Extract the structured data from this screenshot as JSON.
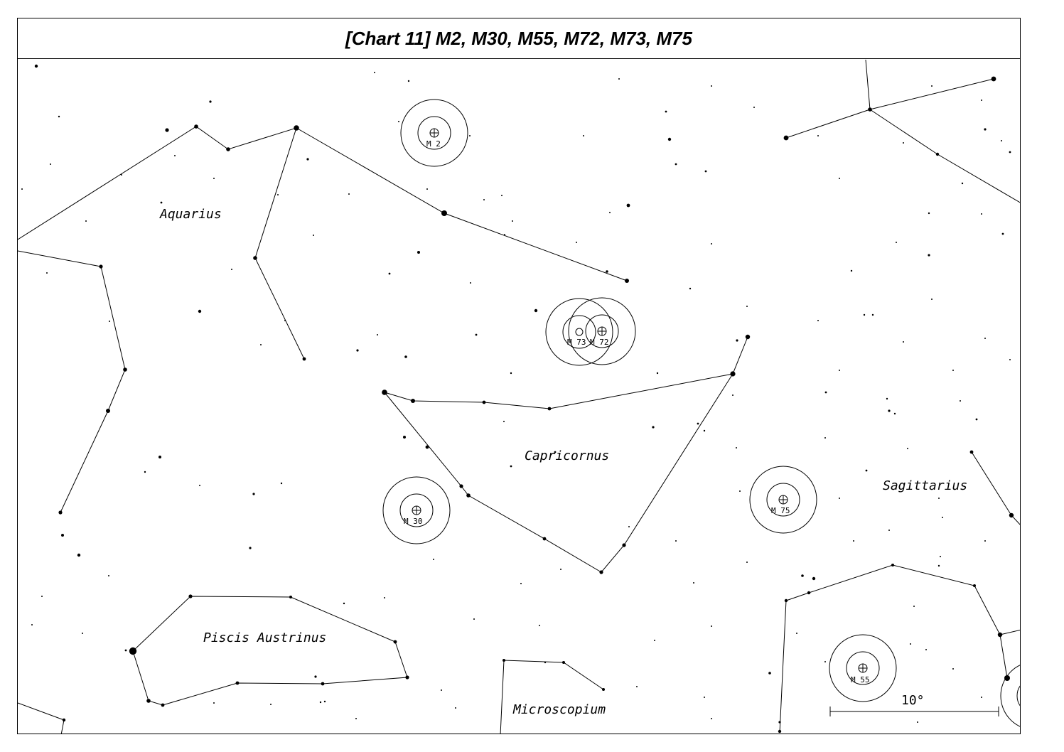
{
  "title": "[Chart 11] M2, M30, M55, M72, M73, M75",
  "constellations": [
    {
      "key": "aquarius",
      "name": "Aquarius"
    },
    {
      "key": "capricornus",
      "name": "Capricornus"
    },
    {
      "key": "sagittarius",
      "name": "Sagittarius"
    },
    {
      "key": "piscis-austrinus",
      "name": "Piscis Austrinus"
    },
    {
      "key": "microscopium",
      "name": "Microscopium"
    }
  ],
  "objects": [
    {
      "key": "m2",
      "label": "M 2"
    },
    {
      "key": "m73",
      "label": "M 73"
    },
    {
      "key": "m72",
      "label": "M 72"
    },
    {
      "key": "m30",
      "label": "M 30"
    },
    {
      "key": "m75",
      "label": "M 75"
    },
    {
      "key": "m55",
      "label": "M 55"
    }
  ],
  "scale_bar": {
    "label": "10°"
  }
}
